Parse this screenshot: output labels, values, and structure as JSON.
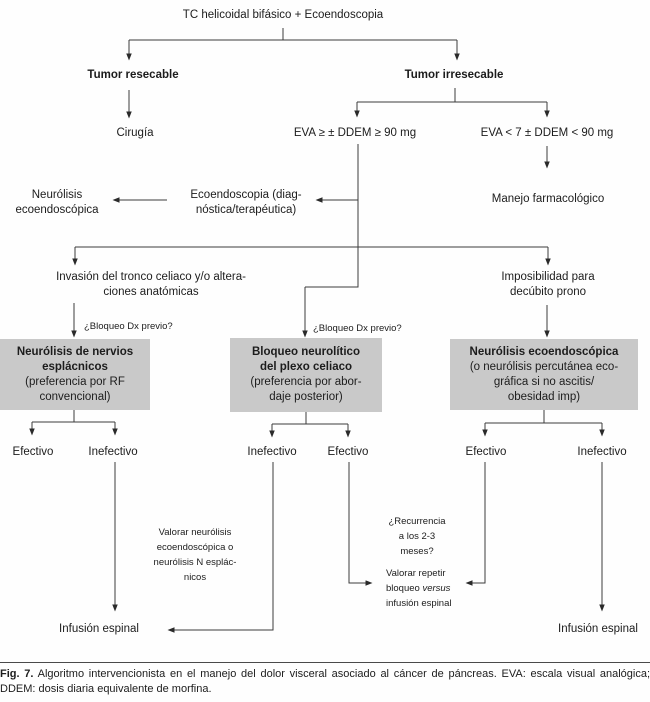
{
  "colors": {
    "box_fill": "#c9c9c9",
    "line": "#3c3c3c",
    "text": "#1c1c1c"
  },
  "nodes": {
    "root": "TC helicoidal bifásico + Ecoendoscopia",
    "resecable": "Tumor resecable",
    "irresecable": "Tumor irresecable",
    "cirugia": "Cirugía",
    "eva_alta": "EVA ≥ ± DDEM ≥ 90 mg",
    "eva_baja": "EVA < 7 ± DDEM < 90 mg",
    "neurolisis_eco": "Neurólisis\necoendoscópica",
    "ecoendoscopia": "Ecoendoscopia (diag-\nnóstica/terapéutica)",
    "manejo_farmacologico": "Manejo farmacológico",
    "invasion": "Invasión del tronco celiaco y/o altera-\nciones anatómicas",
    "imposibilidad": "Imposibilidad para\ndecúbito prono",
    "bloqueo_dx_1": "¿Bloqueo Dx previo?",
    "bloqueo_dx_2": "¿Bloqueo Dx previo?"
  },
  "boxes": {
    "esplacnicos": {
      "title": "Neurólisis de nervios\nesplácnicos",
      "subtitle": "(preferencia por RF\nconvencional)"
    },
    "plexo": {
      "title": "Bloqueo neurolítico\ndel plexo celiaco",
      "subtitle": "(preferencia por abor-\ndaje posterior)"
    },
    "ecoendoscopica": {
      "title": "Neurólisis ecoendoscópica",
      "subtitle": "(o neurólisis percutánea eco-\ngráfica si no ascitis/\nobesidad imp)"
    }
  },
  "outcomes": {
    "b1_left": "Efectivo",
    "b1_right": "Inefectivo",
    "b2_left": "Inefectivo",
    "b2_right": "Efectivo",
    "b3_left": "Efectivo",
    "b3_right": "Inefectivo"
  },
  "annotations": {
    "valorar_neurolisis": "Valorar neurólisis\necoendoscópica o\nneurólisis N esplác-\nnicos",
    "recurrencia": "¿Recurrencia\na los 2-3\nmeses?",
    "valorar_repetir_l1": "Valorar repetir",
    "valorar_repetir_l2a": "bloqueo ",
    "valorar_repetir_l2b": "versus",
    "valorar_repetir_l3": "infusión espinal",
    "infusion_izq": "Infusión espinal",
    "infusion_der": "Infusión espinal"
  },
  "caption": {
    "label": "Fig. 7.",
    "text": "Algoritmo intervencionista en el manejo del dolor visceral asociado al cáncer de páncreas. EVA: escala visual analógica; DDEM: dosis diaria equivalente de morfina."
  }
}
